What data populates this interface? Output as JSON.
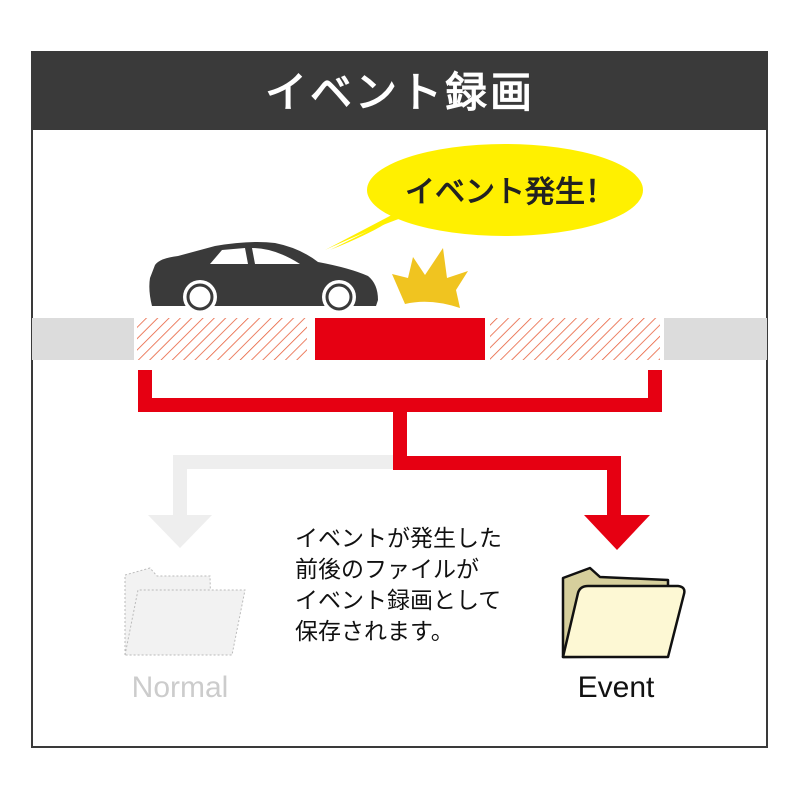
{
  "header": {
    "title": "イベント録画"
  },
  "bubble": {
    "text": "イベント発生！"
  },
  "description": {
    "lines": [
      "イベントが発生した",
      "前後のファイルが",
      "イベント録画として",
      "保存されます。"
    ]
  },
  "folders": {
    "normal_label": "Normal",
    "event_label": "Event"
  },
  "colors": {
    "header": "#3a3a3a",
    "accent_red": "#e60012",
    "bubble_yellow": "#fff000",
    "flash_yellow": "#f0c420",
    "road_gray": "#dcdcdc"
  }
}
